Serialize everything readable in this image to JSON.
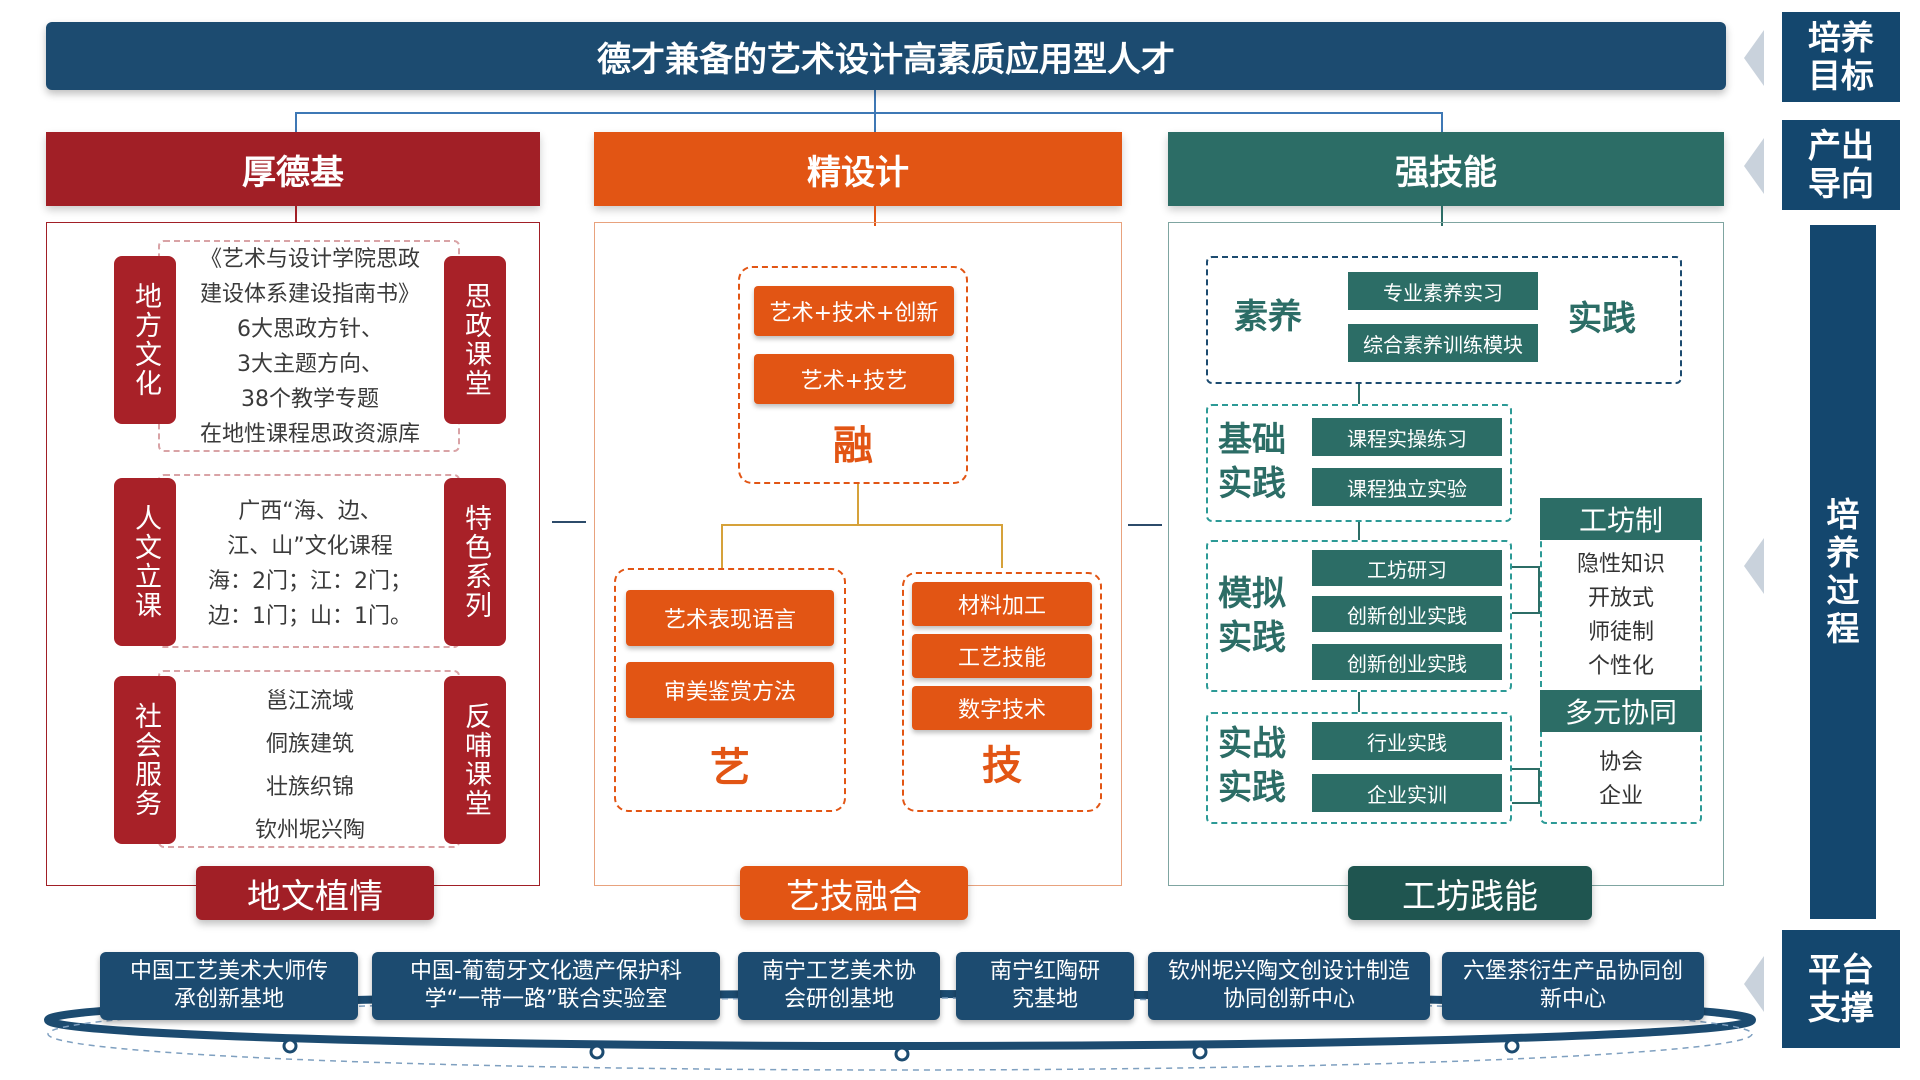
{
  "title": "德才兼备的艺术设计高素质应用型人才",
  "side_labels": [
    "培养目标",
    "产出导向",
    "培养过程",
    "平台支撑"
  ],
  "columns": {
    "left": {
      "header": "厚德基",
      "footer": "地文植情",
      "rows": [
        {
          "left_tag": "地方文化",
          "right_tag": "思政课堂",
          "lines": [
            "《艺术与设计学院思政",
            "建设体系建设指南书》",
            "6大思政方针、",
            "3大主题方向、",
            "38个教学专题",
            "在地性课程思政资源库"
          ]
        },
        {
          "left_tag": "人文立课",
          "right_tag": "特色系列",
          "lines": [
            "广西“海、边、",
            "江、山”文化课程",
            "海：2门；江：2门；",
            "边：1门；山：1门。"
          ]
        },
        {
          "left_tag": "社会服务",
          "right_tag": "反哺课堂",
          "lines": [
            "邕江流域",
            "侗族建筑",
            "壮族织锦",
            "钦州坭兴陶"
          ]
        }
      ]
    },
    "middle": {
      "header": "精设计",
      "footer": "艺技融合",
      "fusion": {
        "items": [
          "艺术+技术+创新",
          "艺术+技艺"
        ],
        "label": "融"
      },
      "art": {
        "items": [
          "艺术表现语言",
          "审美鉴赏方法"
        ],
        "label": "艺"
      },
      "tech": {
        "items": [
          "材料加工",
          "工艺技能",
          "数字技术"
        ],
        "label": "技"
      }
    },
    "right": {
      "header": "强技能",
      "footer": "工坊践能",
      "top": {
        "left": "素养",
        "right": "实践",
        "items": [
          "专业素养实习",
          "综合素养训练模块"
        ]
      },
      "basic": {
        "label": "基础实践",
        "items": [
          "课程实操练习",
          "课程独立实验"
        ]
      },
      "sim": {
        "label": "模拟实践",
        "items": [
          "工坊研习",
          "创新创业实践",
          "创新创业实践"
        ]
      },
      "combat": {
        "label": "实战实践",
        "items": [
          "行业实践",
          "企业实训"
        ]
      },
      "workshop": {
        "title": "工坊制",
        "items": [
          "隐性知识",
          "开放式",
          "师徒制",
          "个性化"
        ]
      },
      "collab": {
        "title": "多元协同",
        "items": [
          "协会",
          "企业"
        ]
      }
    }
  },
  "platforms": [
    "中国工艺美术大师传承创新基地",
    "中国-葡萄牙文化遗产保护科学“一带一路”联合实验室",
    "南宁工艺美术协会研创基地",
    "南宁红陶研究基地",
    "钦州坭兴陶文创设计制造协同创新中心",
    "六堡茶衍生产品协同创新中心"
  ],
  "colors": {
    "navy": "#1c4b70",
    "red": "#a11f26",
    "orange": "#e25514",
    "green": "#2c6d66"
  }
}
